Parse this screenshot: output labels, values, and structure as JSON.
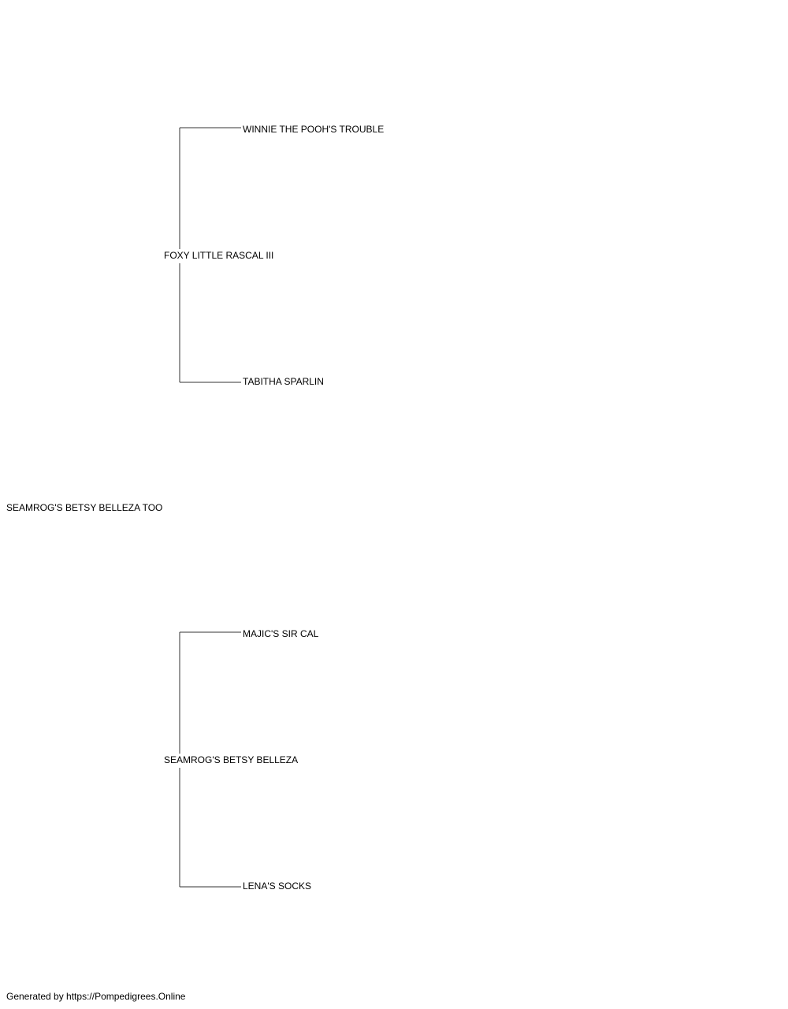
{
  "pedigree": {
    "subject": "SEAMROG'S BETSY BELLEZA TOO",
    "sire": {
      "name": "FOXY LITTLE RASCAL III",
      "sire": "WINNIE THE POOH'S TROUBLE",
      "dam": "TABITHA SPARLIN"
    },
    "dam": {
      "name": "SEAMROG'S BETSY BELLEZA",
      "sire": "MAJIC'S SIR CAL",
      "dam": "LENA'S SOCKS"
    }
  },
  "footer": "Generated by https://Pompedigrees.Online",
  "colors": {
    "line": "#333333",
    "text": "#000000",
    "background": "#ffffff"
  }
}
